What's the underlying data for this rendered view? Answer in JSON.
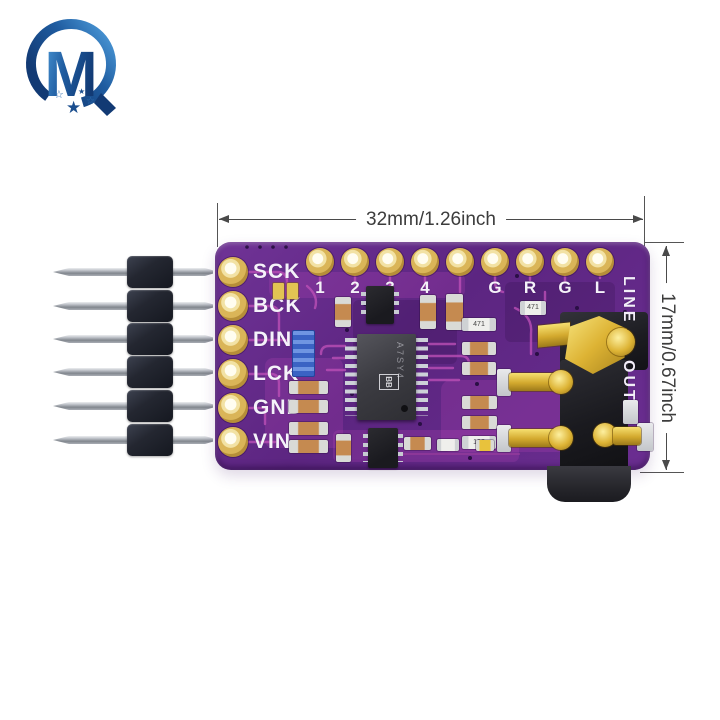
{
  "logo": {
    "letter": "M",
    "star": "★",
    "star_outline": "☆"
  },
  "dimensions": {
    "width_label": "32mm/1.26inch",
    "height_label": "17mm/0.67inch"
  },
  "board": {
    "left_pin_labels": [
      "SCK",
      "BCK",
      "DIN",
      "LCK",
      "GND",
      "VIN"
    ],
    "top_pin_labels": [
      "1",
      "2",
      "3",
      "4",
      "",
      "G",
      "R",
      "G",
      "L"
    ],
    "jack_label_line1": "LINE",
    "jack_label_line2": "OUT",
    "chip_logo": "BB",
    "chip_marking": "A7SY4",
    "smd_marks": {
      "r1": "471",
      "r2": "471",
      "r3": "102"
    },
    "colors": {
      "pcb_purple": "#63298b",
      "trace_magenta": "#bb4fb6",
      "pad_gold": "#d7b254",
      "silkscreen_white": "#f5f2fa",
      "jack_gold": "#e0bb3d",
      "logo_blue": "#1f5ca0"
    }
  }
}
